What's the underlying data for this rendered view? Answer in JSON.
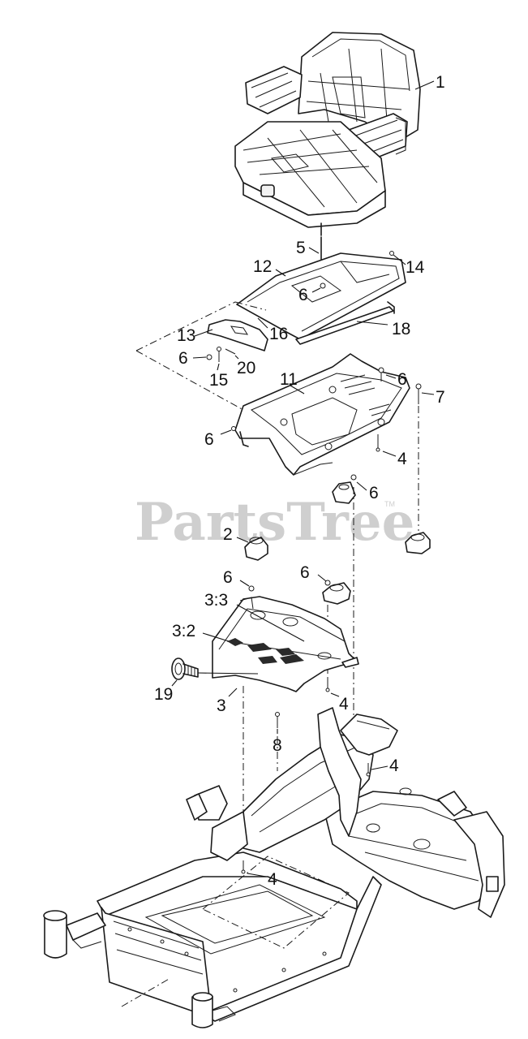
{
  "watermark": {
    "text": "PartsTree",
    "tm": "TM"
  },
  "callouts": {
    "c1": "1",
    "c5": "5",
    "c12": "12",
    "c14": "14",
    "c6a": "6",
    "c18": "18",
    "c16": "16",
    "c13": "13",
    "c6b": "6",
    "c15": "15",
    "c20": "20",
    "c11": "11",
    "c6c": "6",
    "c7": "7",
    "c6d": "6",
    "c4a": "4",
    "c6e": "6",
    "c2": "2",
    "c6f": "6",
    "c6g": "6",
    "c33": "3:3",
    "c32": "3:2",
    "c19": "19",
    "c3": "3",
    "c4b": "4",
    "c8": "8",
    "c4c": "4",
    "c4d": "4"
  }
}
